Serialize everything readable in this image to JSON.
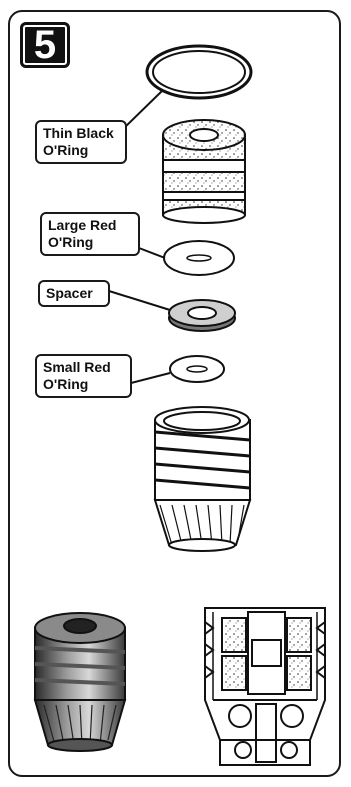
{
  "step": {
    "number": "5"
  },
  "labels": {
    "thin_black_oring": "Thin Black\nO'Ring",
    "large_red_oring": "Large Red\nO'Ring",
    "spacer": "Spacer",
    "small_red_oring": "Small Red\nO'Ring"
  }
}
